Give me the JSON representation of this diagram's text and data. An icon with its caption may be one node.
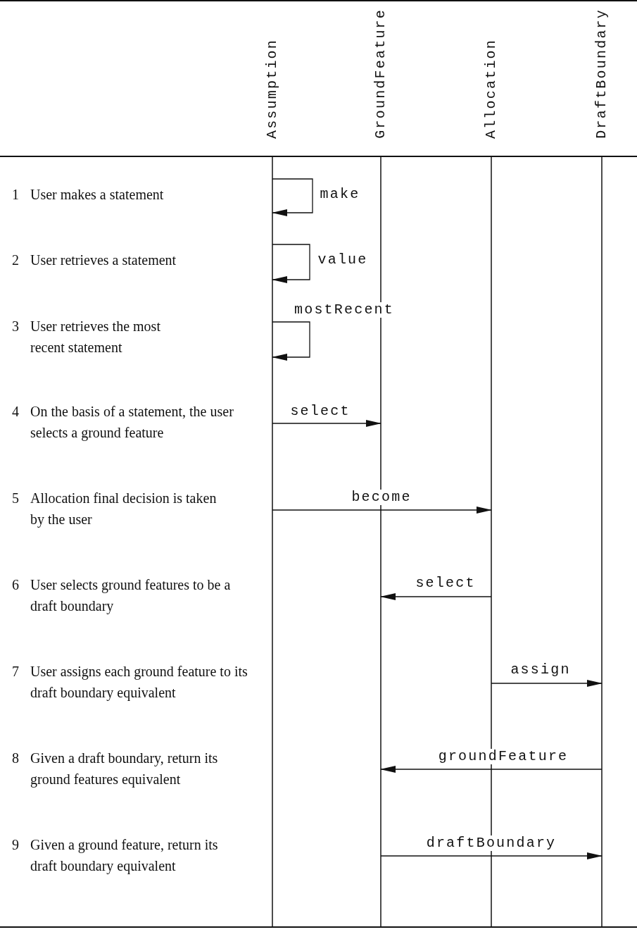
{
  "diagram": {
    "nodes": [
      {
        "text": [
          "Assumption"
        ]
      },
      {
        "text": [
          "GroundFeature"
        ]
      },
      {
        "text": [
          "Allocation"
        ]
      },
      {
        "text": [
          "DraftBoundary"
        ]
      }
    ],
    "edges": [
      {
        "from": 0,
        "to": 0,
        "arrow": "to",
        "label": "make"
      },
      {
        "from": 0,
        "to": 0,
        "arrow": "to",
        "label": "value"
      },
      {
        "from": 0,
        "to": 0,
        "arrow": "to",
        "label": "mostRecent"
      },
      {
        "from": 0,
        "to": 1,
        "arrow": "to",
        "label": "select"
      },
      {
        "from": 0,
        "to": 2,
        "arrow": "to",
        "label": "become"
      },
      {
        "from": 2,
        "to": 1,
        "arrow": "to",
        "label": "select"
      },
      {
        "from": 2,
        "to": 3,
        "arrow": "to",
        "label": "assign"
      },
      {
        "from": 3,
        "to": 1,
        "arrow": "to",
        "label": "groundFeature"
      },
      {
        "from": 1,
        "to": 3,
        "arrow": "to",
        "label": "draftBoundary"
      }
    ],
    "labels": [
      "1",
      "User makes a statement",
      "2",
      "User retrieves a statement",
      "3",
      "User retrieves the most recent statement",
      "4",
      "On the basis of a statement, the user selects a ground feature",
      "5",
      "Allocation final decision is taken by the user",
      "6",
      "User selects ground features to be a draft boundary",
      "7",
      "User assigns each ground feature to its draft boundary equivalent",
      "8",
      "Given a draft boundary, return its ground features equivalent",
      "9",
      "Given a ground feature, return its draft boundary equivalent"
    ]
  }
}
